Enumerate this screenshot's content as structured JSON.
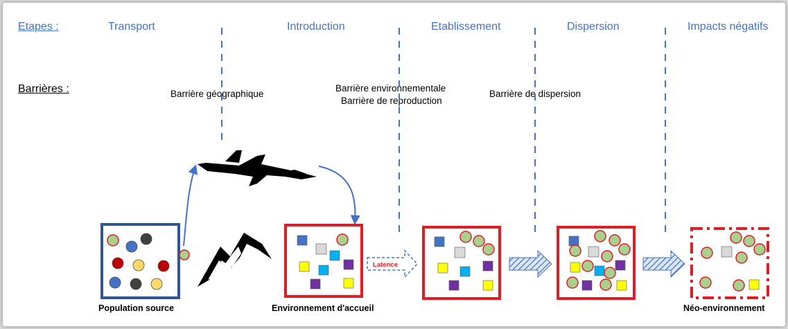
{
  "header": {
    "etapes_label": "Etapes :",
    "steps": [
      "Transport",
      "Introduction",
      "Etablissement",
      "Dispersion",
      "Impacts négatifs"
    ],
    "barrieres_label": "Barrières :"
  },
  "barriers": {
    "geographique": "Barrière géographique",
    "environnementale": "Barrière environnementale",
    "reproduction": "Barrière de reproduction",
    "dispersion": "Barrière de dispersion"
  },
  "latence_label": "Latence",
  "captions": {
    "source": "Population source",
    "accueil": "Environnement d'accueil",
    "neo": "Néo-environnement"
  },
  "icons": {
    "airplane": "airplane-icon",
    "mountain": "mountain-icon"
  },
  "colors": {
    "blue_text": "#4472c4",
    "red_box": "#e31b23",
    "blue_box": "#2f5597",
    "green_dot": "#a9d18e",
    "yellow": "#ffff00",
    "purple": "#7030a0",
    "cyan": "#00b0f0"
  }
}
